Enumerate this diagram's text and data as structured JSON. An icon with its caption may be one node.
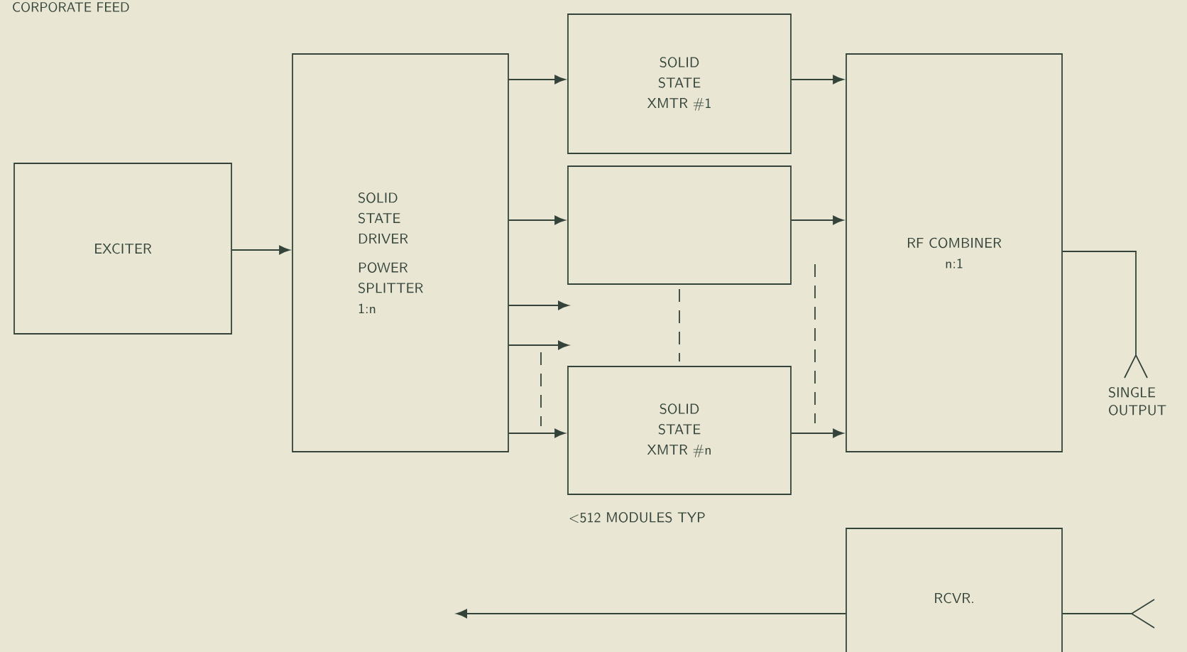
{
  "diagram": {
    "title": "CORPORATE FEED",
    "nodes": [
      {
        "text": [
          "EXCITER"
        ]
      },
      {
        "text": [
          "SOLID STATE DRIVER",
          "POWER SPLITTER 1:n"
        ]
      },
      {
        "text": [
          "SOLID STATE XMTR #1"
        ]
      },
      {
        "text": [],
        "shape": "box"
      },
      {
        "text": [
          "SOLID STATE XMTR #n"
        ],
        "beside": [
          "<512 MODULES TYP"
        ]
      },
      {
        "text": [
          "RF COMBINER n:1"
        ]
      },
      {
        "text": [
          "RCVR."
        ]
      }
    ],
    "edges": [
      {
        "from": 0,
        "to": 1,
        "arrow": "to"
      },
      {
        "from": 1,
        "to": 2,
        "arrow": "to"
      },
      {
        "from": 1,
        "to": 3,
        "arrow": "to"
      },
      {
        "from": 1,
        "to": null,
        "arrow": "to"
      },
      {
        "from": 1,
        "to": null,
        "arrow": "to"
      },
      {
        "from": 1,
        "to": 4,
        "arrow": "to"
      },
      {
        "from": 2,
        "to": 5,
        "arrow": "to"
      },
      {
        "from": 3,
        "to": 5,
        "arrow": "to"
      },
      {
        "from": 4,
        "to": 5,
        "arrow": "to"
      },
      {
        "from": 3,
        "to": 4,
        "arrow": "none",
        "style": "dashed"
      },
      {
        "from": 5,
        "to": null,
        "arrow": "other"
      },
      {
        "from": 6,
        "to": null,
        "arrow": "other"
      },
      {
        "from": 6,
        "to": null,
        "arrow": "to"
      }
    ],
    "labels": [
      "SINGLE OUTPUT"
    ]
  }
}
